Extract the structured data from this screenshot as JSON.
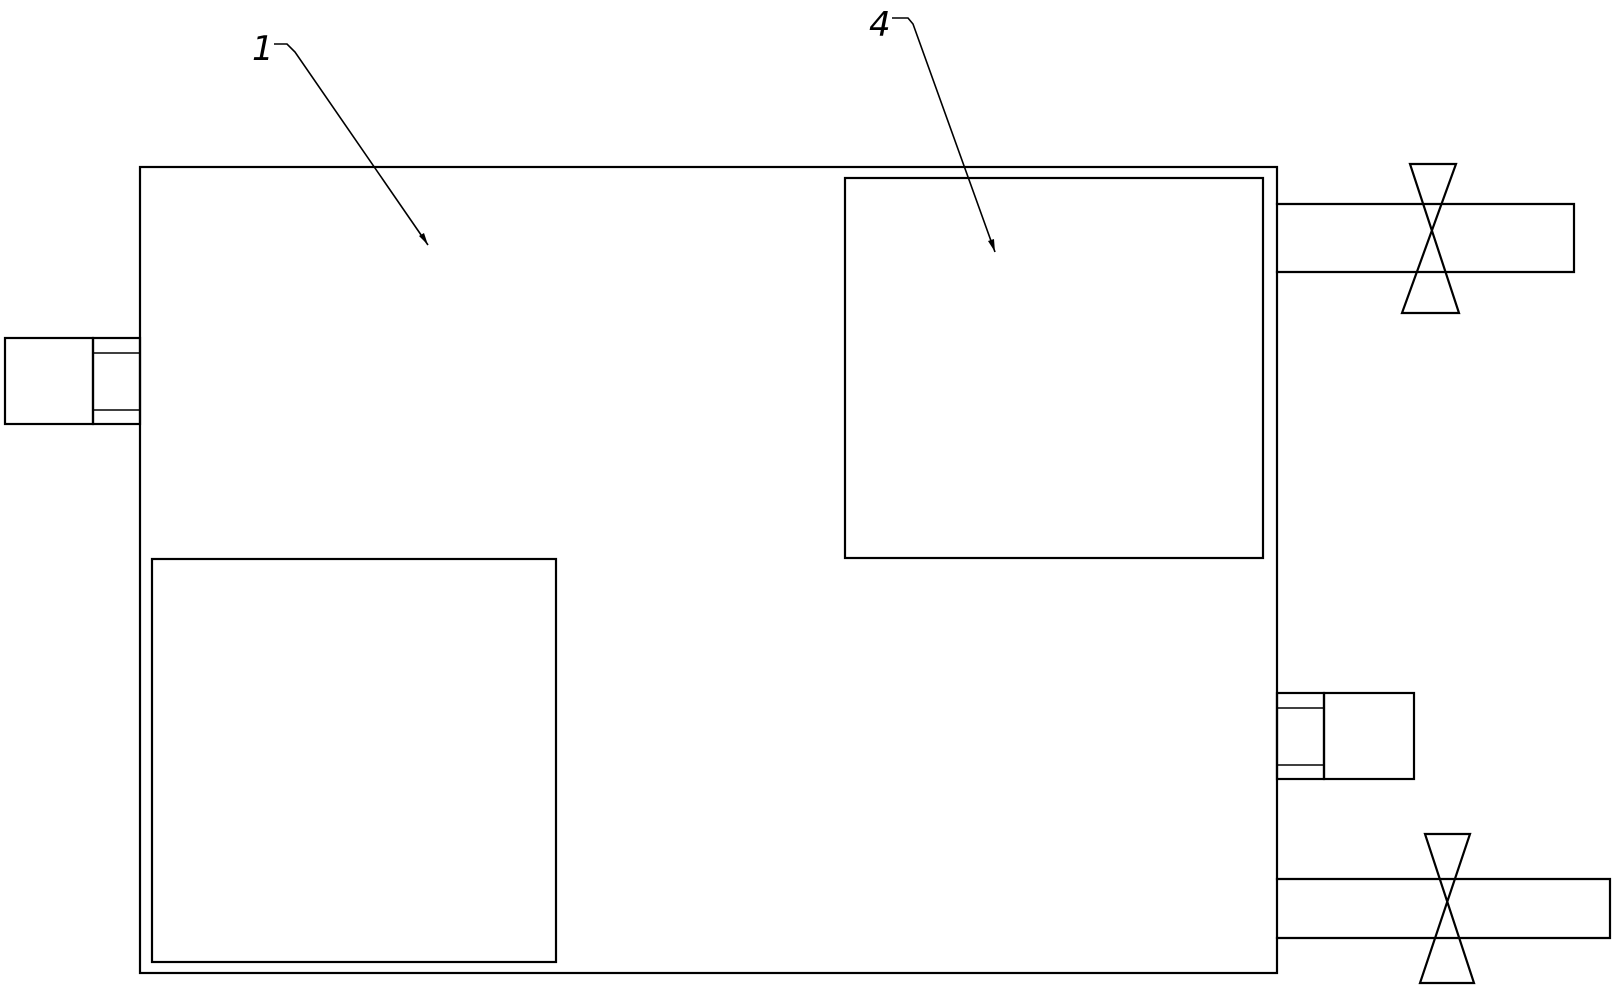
{
  "callouts": [
    {
      "id": "callout-1",
      "label": "1"
    },
    {
      "id": "callout-4",
      "label": "4"
    }
  ],
  "colors": {
    "stroke": "#000000",
    "background": "#ffffff"
  }
}
